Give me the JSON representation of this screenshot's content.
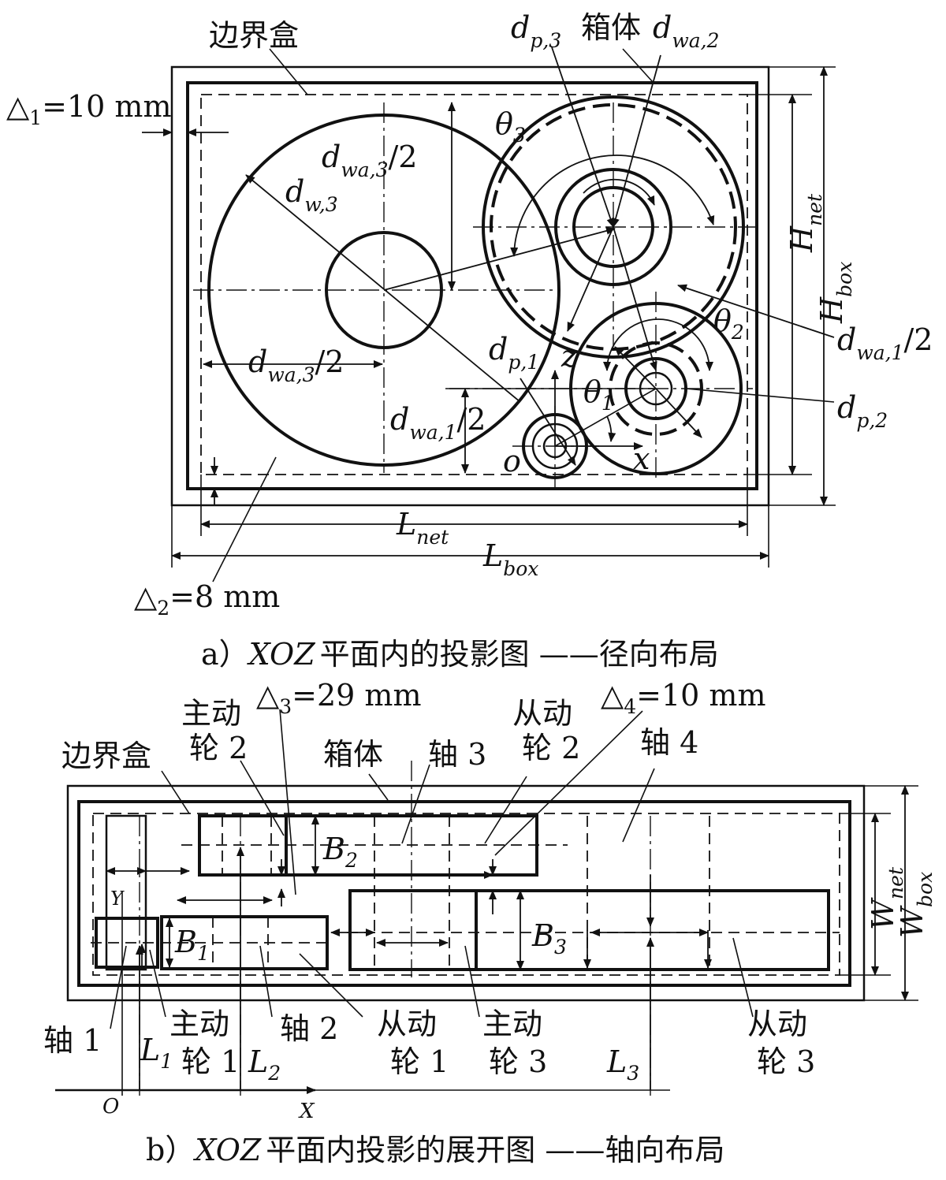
{
  "panel_a": {
    "caption_prefix": "a）",
    "caption_xoz": "XOZ",
    "caption_text": "平面内的投影图 ——径向布局",
    "labels": {
      "bounding_box": "边界盒",
      "casing": "箱体",
      "delta1_sym": "△",
      "delta1_sub": "1",
      "delta1_val": "=10 mm",
      "delta2_sym": "△",
      "delta2_sub": "2",
      "delta2_val": "=8 mm",
      "dp3_main": "d",
      "dp3_sub": "p,3",
      "dwa2_main": "d",
      "dwa2_sub": "wa,2",
      "theta3_main": "θ",
      "theta3_sub": "3",
      "dwa3_half_top_main": "d",
      "dwa3_half_top_sub": "wa,3",
      "dwa3_half_top_tail": "/2",
      "dw3_main": "d",
      "dw3_sub": "w,3",
      "dwa3_half_left_main": "d",
      "dwa3_half_left_sub": "wa,3",
      "dwa3_half_left_tail": "/2",
      "dp1_main": "d",
      "dp1_sub": "p,1",
      "dwa1_half_low_main": "d",
      "dwa1_half_low_sub": "wa,1",
      "dwa1_half_low_tail": "/2",
      "theta2_main": "θ",
      "theta2_sub": "2",
      "theta1_main": "θ",
      "theta1_sub": "1",
      "dwa1_half_right_main": "d",
      "dwa1_half_right_sub": "wa,1",
      "dwa1_half_right_tail": "/2",
      "dp2_main": "d",
      "dp2_sub": "p,2",
      "z_axis": "z",
      "x_axis": "x",
      "o_origin": "o",
      "hnet_main": "H",
      "hnet_sub": "net",
      "hbox_main": "H",
      "hbox_sub": "box",
      "lnet_main": "L",
      "lnet_sub": "net",
      "lbox_main": "L",
      "lbox_sub": "box"
    }
  },
  "panel_b": {
    "caption_prefix": "b）",
    "caption_xoz": "XOZ",
    "caption_text": "平面内投影的展开图 ——轴向布局",
    "labels": {
      "bounding_box": "边界盒",
      "driving_gear2_l1": "主动",
      "driving_gear2_l2": "轮 2",
      "delta3_sym": "△",
      "delta3_sub": "3",
      "delta3_val": "=29 mm",
      "casing": "箱体",
      "shaft3": "轴 3",
      "driven_gear2_l1": "从动",
      "driven_gear2_l2": "轮 2",
      "delta4_sym": "△",
      "delta4_sub": "4",
      "delta4_val": "=10 mm",
      "shaft4": "轴 4",
      "b2_main": "B",
      "b2_sub": "2",
      "b1_main": "B",
      "b1_sub": "1",
      "b3_main": "B",
      "b3_sub": "3",
      "y_axis": "Y",
      "shaft1": "轴 1",
      "driving_gear1_l1": "主动",
      "driving_gear1_l2": "轮 1",
      "shaft2": "轴 2",
      "driven_gear1_l1": "从动",
      "driven_gear1_l2": "轮 1",
      "driving_gear3_l1": "主动",
      "driving_gear3_l2": "轮 3",
      "driven_gear3_l1": "从动",
      "driven_gear3_l2": "轮 3",
      "l1_main": "L",
      "l1_sub": "1",
      "l2_main": "L",
      "l2_sub": "2",
      "l3_main": "L",
      "l3_sub": "3",
      "o_origin": "O",
      "x_axis": "X",
      "wnet_main": "W",
      "wnet_sub": "net",
      "wbox_main": "W",
      "wbox_sub": "box"
    }
  }
}
